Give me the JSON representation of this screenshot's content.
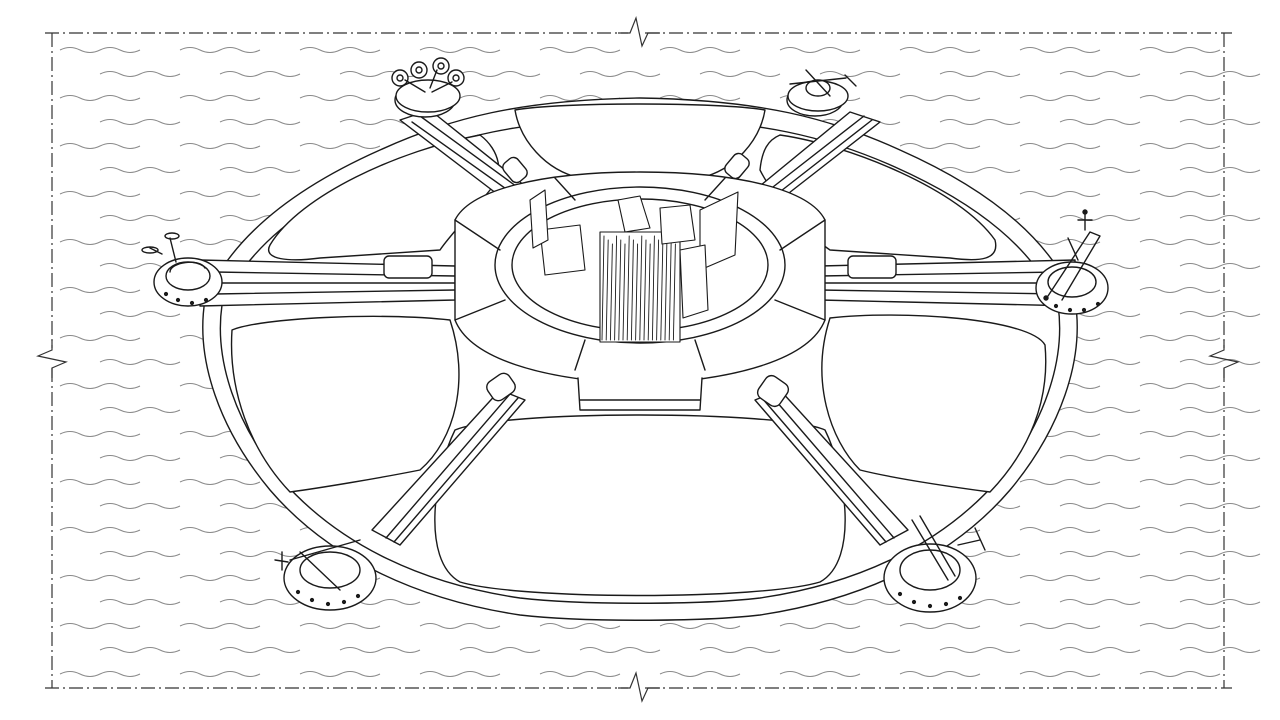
{
  "drawing": {
    "subject": "hexagonal-floating-platform-with-drone-arms",
    "style": "black-and-white line drawing",
    "colors": {
      "ink": "#1a1a1a",
      "paper": "#ffffff",
      "wave": "#8a8a8a",
      "frame": "#333333"
    },
    "arms": [
      {
        "name": "arm-top-left",
        "rotor": "quad-rotor"
      },
      {
        "name": "arm-top-right",
        "rotor": "propeller"
      },
      {
        "name": "arm-right",
        "rotor": "crane"
      },
      {
        "name": "arm-bottom-right",
        "rotor": "crane"
      },
      {
        "name": "arm-bottom-left",
        "rotor": "crane"
      },
      {
        "name": "arm-left",
        "rotor": "antenna"
      }
    ],
    "frame": {
      "line": "dash-dot",
      "break_marks": [
        "top",
        "bottom",
        "left",
        "right"
      ]
    }
  }
}
